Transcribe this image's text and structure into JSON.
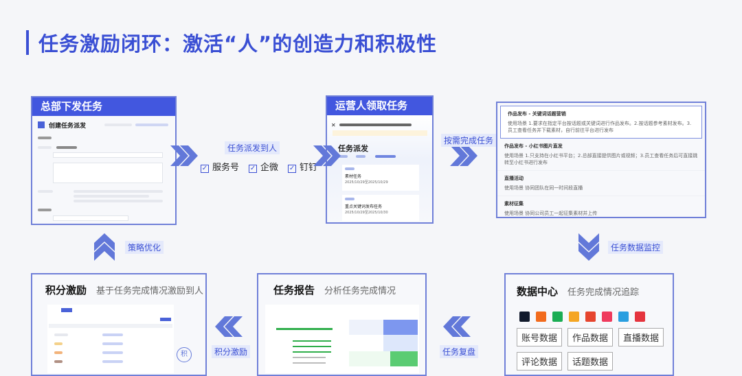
{
  "title": "任务激励闭环：激活“人”的创造力和积极性",
  "steps": {
    "hq": {
      "header": "总部下发任务",
      "form_title": "创建任务派发"
    },
    "operator": {
      "header": "运营人领取任务",
      "page_title": "任务派发",
      "task1": "素材任务",
      "task2": "重点关键词发布任务",
      "date1": "2025/10/29至2025/10/29",
      "date2": "2025/10/29至2025/10/30"
    },
    "complete": {
      "options": [
        {
          "title": "作品发布 - 关键词话题营销",
          "desc": "使用场景 1.要求在指定平台按话题或关键词进行作品发布。2.按话题参考素材发布。3.员工查看任务并下载素材，自行前往平台进行发布"
        },
        {
          "title": "作品发布 - 小红书图片直发",
          "desc": "使用场景 1.只支持在小红书平台；2.总部直接提供图片或视频；3.员工查看任务后可直接跳转至小红书进行发布"
        },
        {
          "title": "直播活动",
          "desc": "使用场景 协同团队在同一时间段直播"
        },
        {
          "title": "素材征集",
          "desc": "使用场景 协同公司员工一起征集素材并上传"
        }
      ]
    },
    "data_center": {
      "title": "数据中心",
      "subtitle": "任务完成情况追踪",
      "tags": [
        "账号数据",
        "作品数据",
        "直播数据",
        "评论数据",
        "话题数据"
      ],
      "platform_icons": [
        {
          "name": "douyin-icon",
          "color": "#111a2c"
        },
        {
          "name": "kuaishou-icon",
          "color": "#f26b1d"
        },
        {
          "name": "wechat-channels-icon",
          "color": "#1aad54"
        },
        {
          "name": "meituan-icon",
          "color": "#f5a623"
        },
        {
          "name": "weibo-icon",
          "color": "#e6452e"
        },
        {
          "name": "xiaohongshu-icon",
          "color": "#ef3b5d"
        },
        {
          "name": "bilibili-icon",
          "color": "#2a9fe0"
        },
        {
          "name": "dianping-icon",
          "color": "#e5343e"
        }
      ]
    },
    "report": {
      "title": "任务报告",
      "subtitle": "分析任务完成情况"
    },
    "points": {
      "title": "积分激励",
      "subtitle": "基于任务完成情况激励到人",
      "coin": "积"
    }
  },
  "connectors": {
    "dispatch": "任务派发到人",
    "channels": [
      "服务号",
      "企微",
      "钉钉"
    ],
    "complete": "按需完成任务",
    "monitor": "任务数据监控",
    "review": "任务复盘",
    "reward": "积分激励",
    "optimize": "策略优化"
  },
  "colors": {
    "accent": "#3a4fd4",
    "header": "#4257df",
    "arrow": "#5f73d8"
  }
}
